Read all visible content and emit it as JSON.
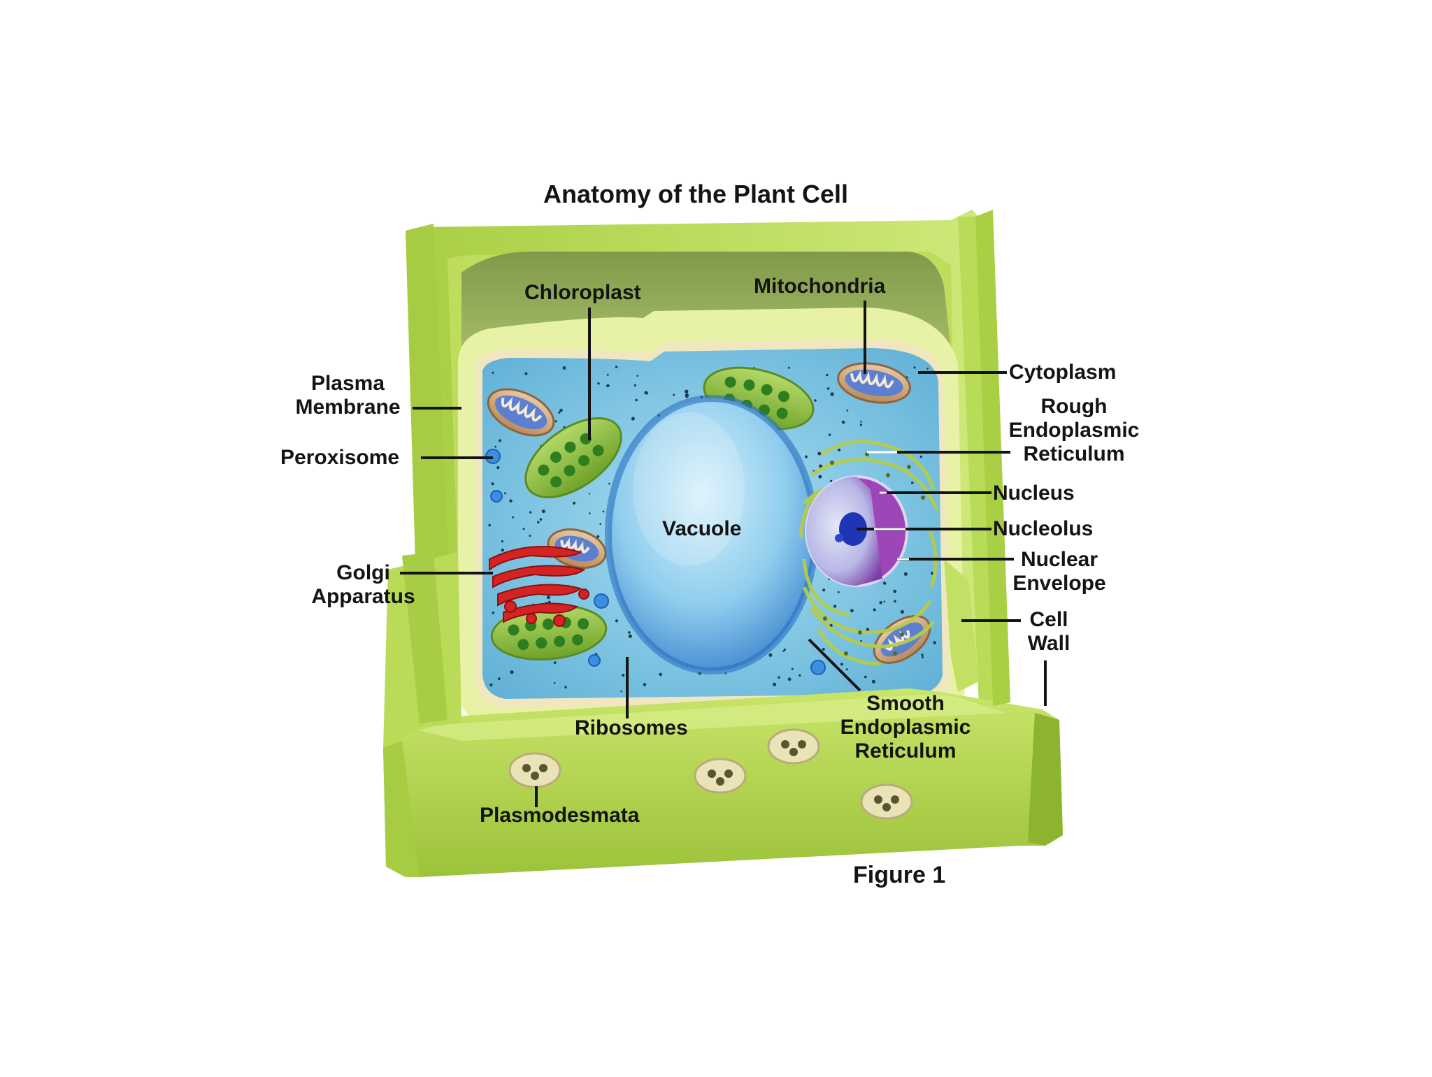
{
  "title": "Anatomy of the Plant Cell",
  "figure_caption": "Figure 1",
  "labels": {
    "chloroplast": "Chloroplast",
    "mitochondria": "Mitochondria",
    "cytoplasm": "Cytoplasm",
    "rough_er": [
      "Rough",
      "Endoplasmic",
      "Reticulum"
    ],
    "nucleus": "Nucleus",
    "nucleolus": "Nucleolus",
    "nuclear_envelope": [
      "Nuclear",
      "Envelope"
    ],
    "cell_wall": [
      "Cell",
      "Wall"
    ],
    "smooth_er": [
      "Smooth",
      "Endoplasmic",
      "Reticulum"
    ],
    "ribosomes": "Ribosomes",
    "plasmodesmata": "Plasmodesmata",
    "plasma_membrane": [
      "Plasma",
      "Membrane"
    ],
    "peroxisome": "Peroxisome",
    "golgi": [
      "Golgi",
      "Apparatus"
    ],
    "vacuole": "Vacuole"
  },
  "colors": {
    "cell_wall": "#b5d84f",
    "cell_wall_dark": "#8cb132",
    "cytoplasm": "#8fcfe8",
    "vacuole": "#7ec3ee",
    "chloroplast": "#8fc23b",
    "golgi": "#d92525",
    "nucleus": "#8a3aa8",
    "leader_line": "#141414"
  }
}
